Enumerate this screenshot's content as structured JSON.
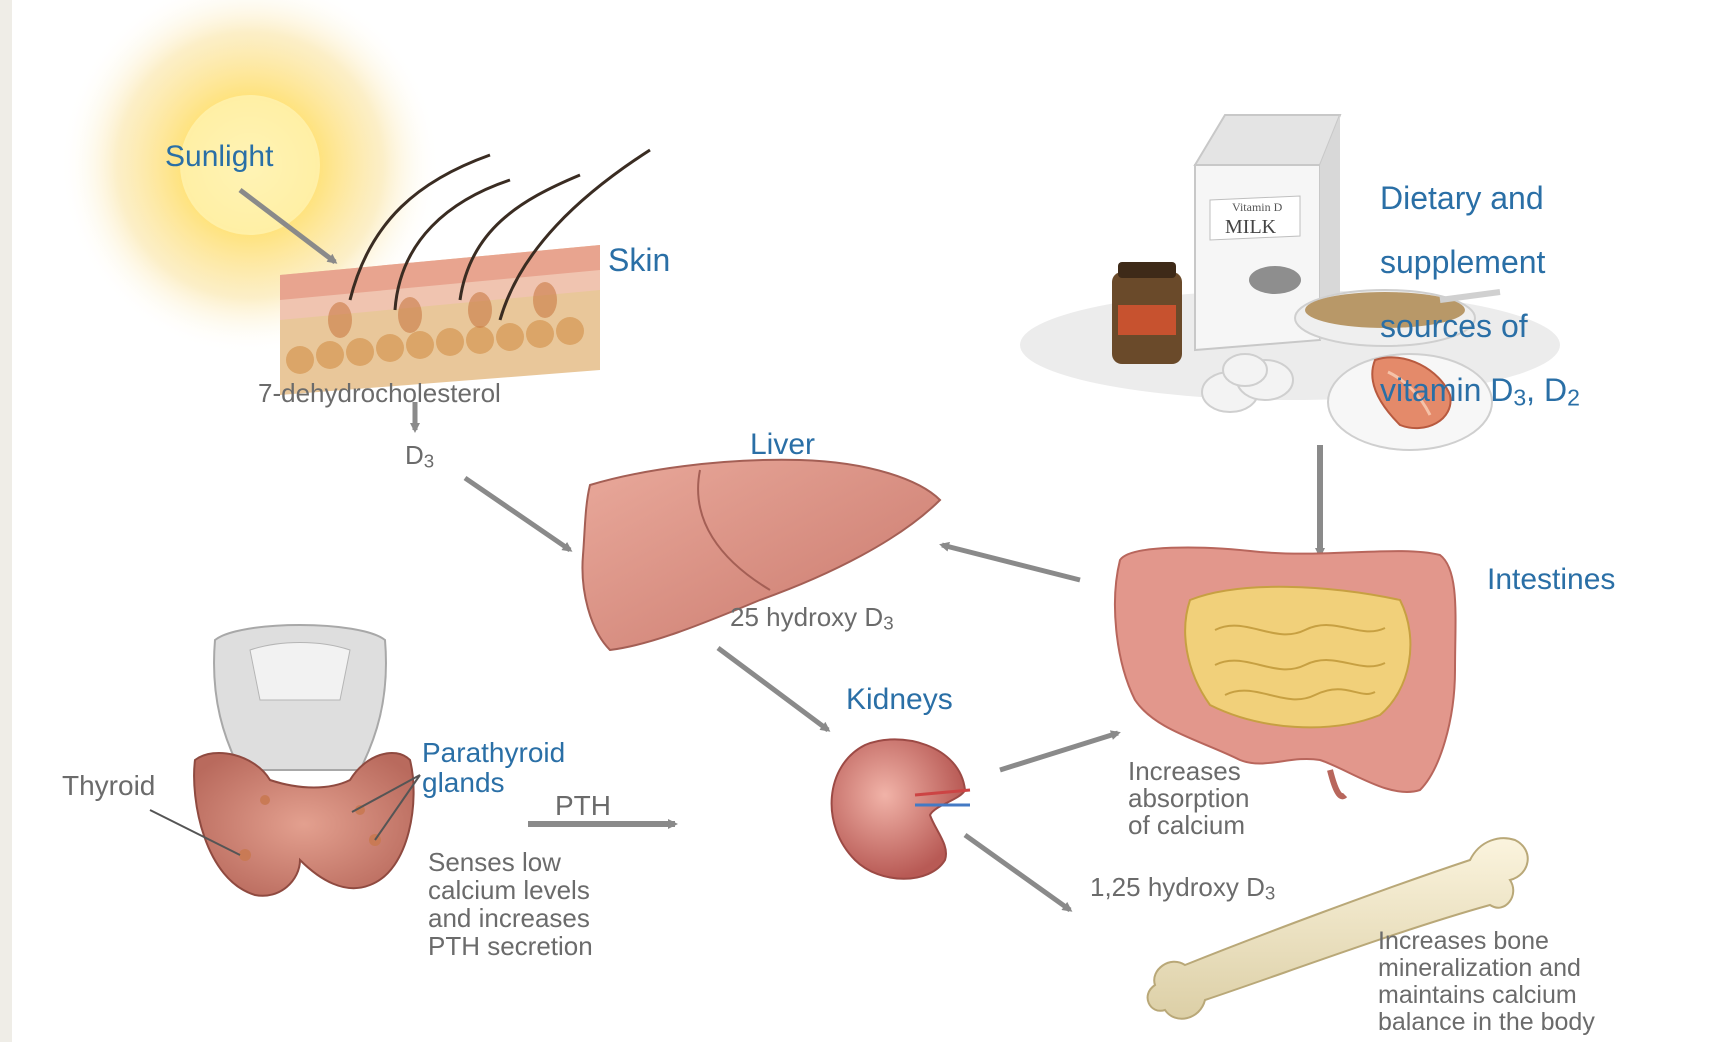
{
  "title_partial": "",
  "labels": {
    "sunlight": "Sunlight",
    "skin": "Skin",
    "precursor": "7-dehydrocholesterol",
    "d3_base": "D",
    "d3_sub": "3",
    "liver": "Liver",
    "hydroxy25_base": "25 hydroxy D",
    "hydroxy25_sub": "3",
    "kidneys": "Kidneys",
    "intestines": "Intestines",
    "dietary_line1": "Dietary and",
    "dietary_line2": "supplement",
    "dietary_line3": "sources of",
    "dietary_line4_a": "vitamin D",
    "dietary_line4_sub1": "3",
    "dietary_line4_b": ", D",
    "dietary_line4_sub2": "2",
    "milk": "MILK",
    "milk_small": "Vitamin D",
    "thyroid": "Thyroid",
    "parathyroid": "Parathyroid\nglands",
    "pth": "PTH",
    "senses": "Senses low\ncalcium levels\nand increases\nPTH secretion",
    "absorption": "Increases\nabsorption\nof calcium",
    "hydroxy125_base": "1,25 hydroxy D",
    "hydroxy125_sub": "3",
    "bone": "Increases bone\nmineralization and\nmaintains calcium\nbalance in the body"
  },
  "colors": {
    "label_blue": "#2a6fa6",
    "label_gray": "#6b6b6b",
    "arrow_gray": "#8a8a8a",
    "organ_pink": "#d98a7e"
  },
  "icons": [
    "sun-icon",
    "skin-layer-icon",
    "milk-carton-icon",
    "supplement-bottle-icon",
    "cereal-bowl-icon",
    "salmon-plate-icon",
    "liver-icon",
    "intestines-icon",
    "kidney-icon",
    "thyroid-icon",
    "bone-icon"
  ]
}
